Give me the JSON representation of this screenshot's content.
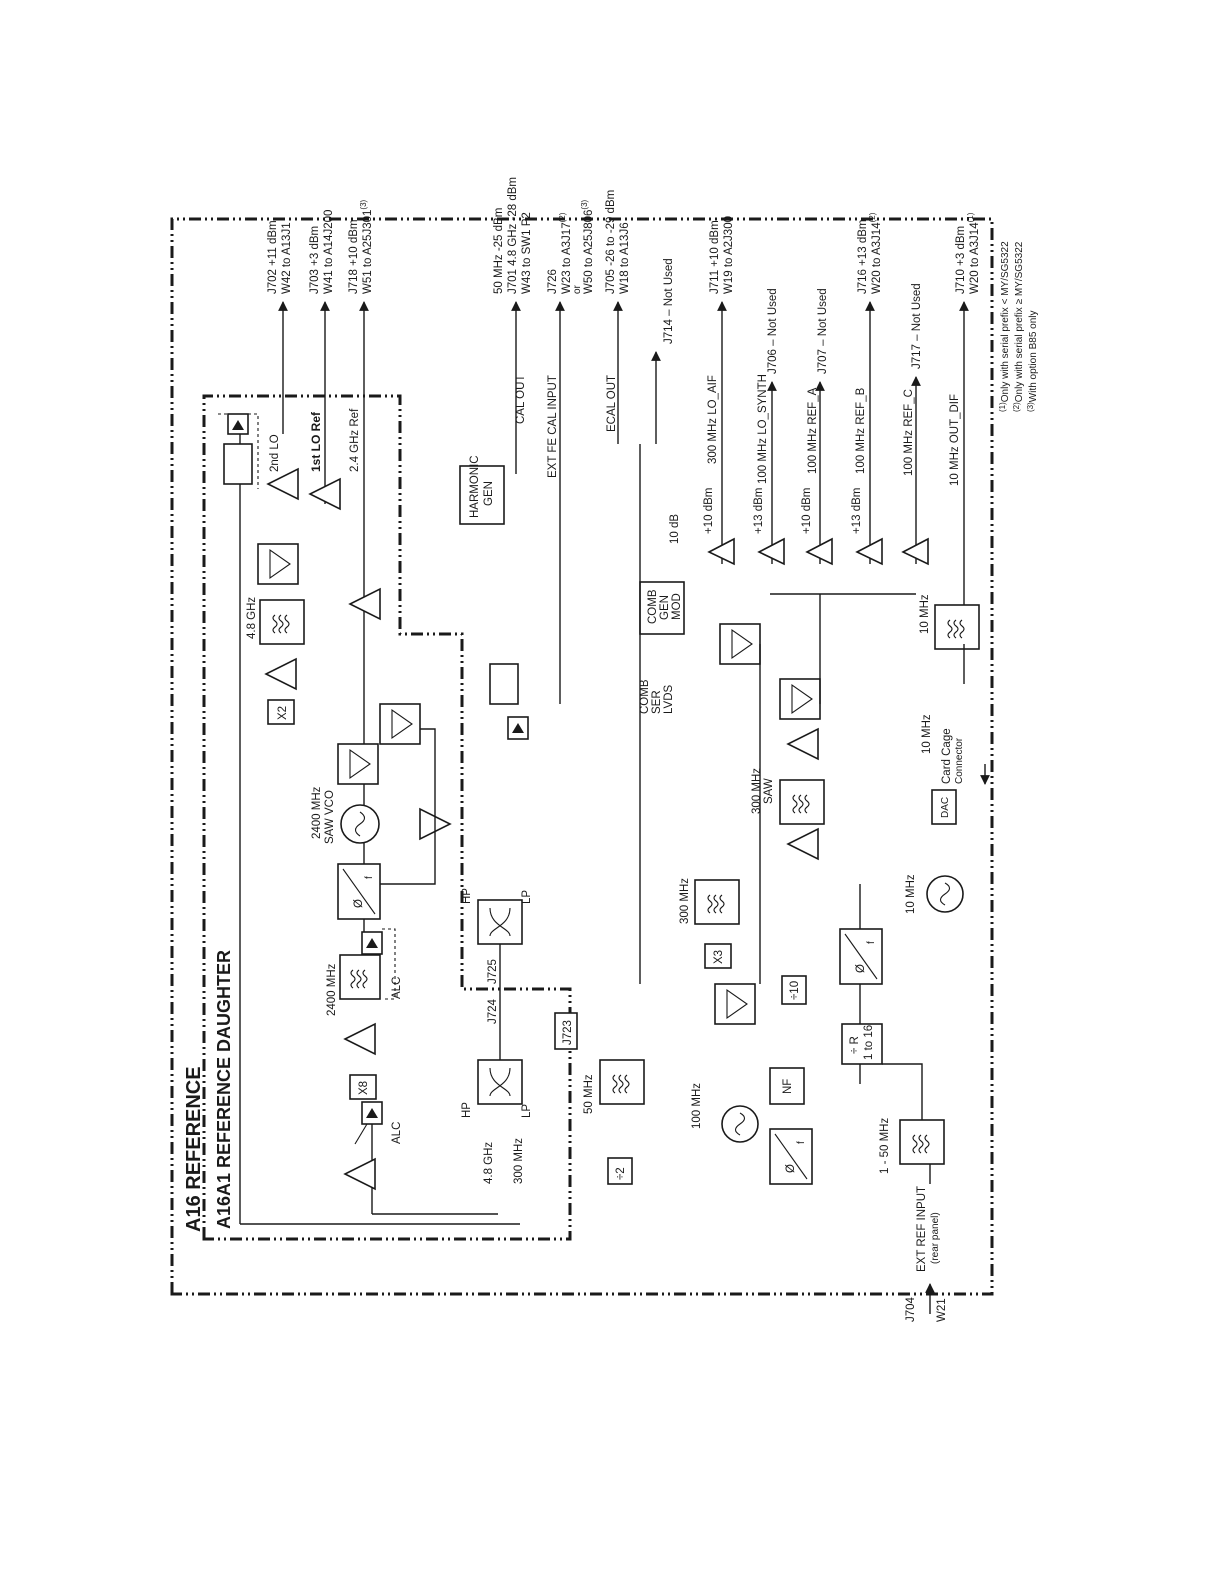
{
  "titles": {
    "outer": "A16 REFERENCE",
    "inner": "A16A1 REFERENCE DAUGHTER"
  },
  "outputs": [
    {
      "conn": "J702",
      "level": "+11 dBm",
      "route": "W42 to A13J1",
      "signal": "2nd LO"
    },
    {
      "conn": "J703",
      "level": "+3 dBm",
      "route": "W41 to A14J200",
      "signal": "1st LO Ref"
    },
    {
      "conn": "J718",
      "level": "+10 dBm",
      "route": "W51 to A25J301",
      "note": "(3)",
      "signal": "2.4 GHz Ref"
    },
    {
      "conn": "J701",
      "level": "50 MHz -25 dBm",
      "level2": "4.8 GHz -28 dBm",
      "route": "W43 to SW1 P2",
      "signal": "CAL OUT"
    },
    {
      "conn": "J726",
      "route": "W23 to A3J17",
      "note": "(2)",
      "or": "or",
      "route2": "W50 to A25J806",
      "note2": "(3)",
      "signal": "EXT FE CAL INPUT"
    },
    {
      "conn": "J705",
      "level": "-26 to -29 dBm",
      "route": "W18 to A13J6",
      "signal": "ECAL OUT"
    },
    {
      "conn": "J714",
      "route": "– Not Used"
    },
    {
      "conn": "J711",
      "level": "+10 dBm",
      "route": "W19 to A2J300",
      "signal": "300 MHz LO_AIF",
      "amp": "+10 dBm"
    },
    {
      "conn": "J706",
      "route": "– Not Used",
      "signal": "100 MHz LO_SYNTH",
      "amp": "+13 dBm"
    },
    {
      "conn": "J707",
      "route": "– Not Used",
      "signal": "100 MHz REF_A",
      "amp": "+10 dBm"
    },
    {
      "conn": "J716",
      "level": "+13 dBm",
      "route": "W20 to A3J14",
      "note": "(2)",
      "signal": "100 MHz REF_B",
      "amp": "+13 dBm"
    },
    {
      "conn": "J717",
      "route": "– Not Used",
      "signal": "100 MHz REF_C"
    },
    {
      "conn": "J710",
      "level": "+3 dBm",
      "route": "W20 to A3J14",
      "note": "(1)",
      "signal": "10 MHz OUT_DIF"
    }
  ],
  "blocks": {
    "alc": "ALC",
    "x8": "X8",
    "f2400": "2400 MHz",
    "vco": "2400 MHz",
    "vco2": "SAW VCO",
    "x2": "X2",
    "f48": "4.8 GHz",
    "harmonic": "HARMONIC",
    "harmonic2": "GEN",
    "comb": "COMB",
    "comb2": "GEN",
    "comb3": "MOD",
    "atten": "10 dB",
    "comb_ser": "COMB",
    "comb_ser2": "SER",
    "comb_ser3": "LVDS",
    "saw300": "300 MHz",
    "saw300b": "SAW",
    "f300": "300 MHz",
    "x3": "X3",
    "div10": "÷10",
    "card_cage": "Card Cage",
    "card_cage2": "Connector",
    "f10": "10 MHz",
    "dac": "DAC",
    "osc10": "10 MHz",
    "divr": "÷ R",
    "divr2": "1 to 16",
    "f150": "1 - 50 MHz",
    "nf": "NF",
    "osc100": "100 MHz",
    "f50": "50 MHz",
    "div2": "÷2",
    "j723": "J723",
    "j724": "J724",
    "j725": "J725",
    "hp": "HP",
    "lp": "LP",
    "f48b": "4.8 GHz",
    "f300b": "300 MHz",
    "filter10": "10 MHz",
    "phase": "Ø",
    "freq": "f"
  },
  "input": {
    "label": "EXT REF INPUT",
    "sub": "(rear panel)",
    "conn": "J704",
    "wire": "W21"
  },
  "footnotes": [
    {
      "mark": "(1)",
      "text": "Only with serial prefix < MY/SG5322"
    },
    {
      "mark": "(2)",
      "text": "Only with serial prefix ≥ MY/SG5322"
    },
    {
      "mark": "(3)",
      "text": "With option B85 only"
    }
  ]
}
